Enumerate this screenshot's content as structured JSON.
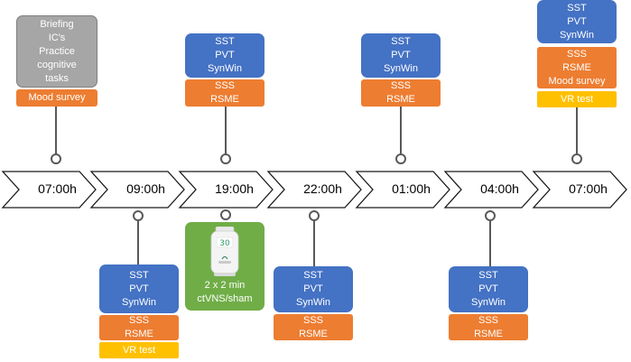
{
  "timeline": {
    "times": [
      "07:00h",
      "09:00h",
      "19:00h",
      "22:00h",
      "01:00h",
      "04:00h",
      "07:00h"
    ]
  },
  "sessions": {
    "t0700_start": {
      "grey_lines": [
        "Briefing",
        "IC's",
        "Practice",
        "cognitive",
        "tasks"
      ],
      "orange": "Mood survey"
    },
    "t0900": {
      "blue_lines": [
        "SST",
        "PVT",
        "SynWin"
      ],
      "orange_lines": [
        "SSS",
        "RSME"
      ],
      "yellow": "VR test"
    },
    "t1900": {
      "blue_lines": [
        "SST",
        "PVT",
        "SynWin"
      ],
      "orange_lines": [
        "SSS",
        "RSME"
      ],
      "device_display": "30",
      "stimulation_lines": [
        "2 x 2 min",
        "ctVNS/sham"
      ]
    },
    "t2200": {
      "blue_lines": [
        "SST",
        "PVT",
        "SynWin"
      ],
      "orange_lines": [
        "SSS",
        "RSME"
      ]
    },
    "t0100": {
      "blue_lines": [
        "SST",
        "PVT",
        "SynWin"
      ],
      "orange_lines": [
        "SSS",
        "RSME"
      ]
    },
    "t0400": {
      "blue_lines": [
        "SST",
        "PVT",
        "SynWin"
      ],
      "orange_lines": [
        "SSS",
        "RSME"
      ]
    },
    "t0700_end": {
      "blue_lines": [
        "SST",
        "PVT",
        "SynWin"
      ],
      "orange_lines": [
        "SSS",
        "RSME",
        "Mood survey"
      ],
      "yellow": "VR test"
    }
  },
  "colors": {
    "cognitive_tasks": "#4472c4",
    "questionnaires": "#ed7d31",
    "vr_test": "#ffc000",
    "briefing": "#a6a6a6",
    "stimulation": "#70ad47",
    "connector": "#595959"
  }
}
